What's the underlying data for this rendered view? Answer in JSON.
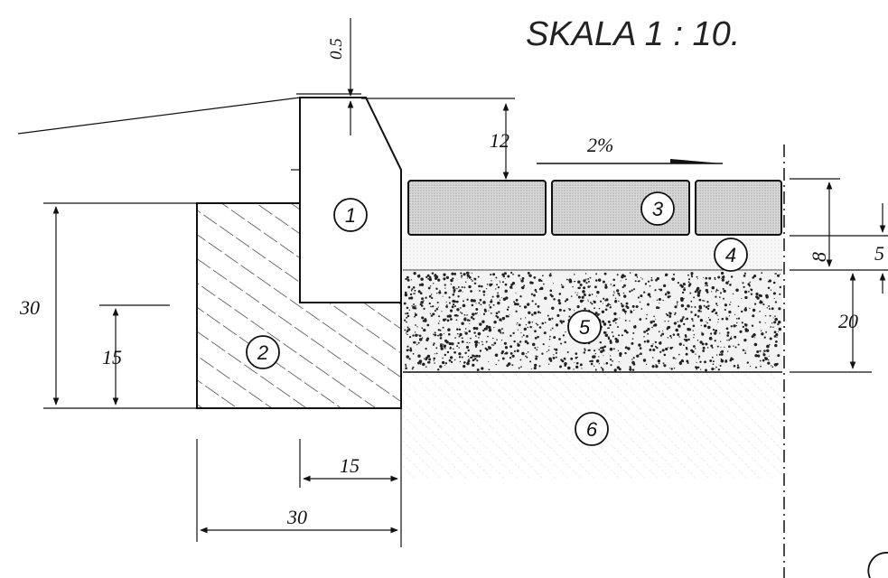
{
  "title": "SKALA 1 : 10.",
  "slope": {
    "label": "2%"
  },
  "layers": [
    {
      "id": "1",
      "label": "1"
    },
    {
      "id": "2",
      "label": "2"
    },
    {
      "id": "3",
      "label": "3"
    },
    {
      "id": "4",
      "label": "4"
    },
    {
      "id": "5",
      "label": "5"
    },
    {
      "id": "6",
      "label": "6"
    }
  ],
  "dimensions": {
    "top_offset": "0.5",
    "curb_reveal": "12",
    "base_height": "30",
    "base_step": "15",
    "bottom_inner": "15",
    "bottom_total": "30",
    "paver_thickness": "8",
    "sand_bed": "5",
    "subbase": "20"
  },
  "colors": {
    "line": "#111111",
    "hatch": "#333333",
    "paver_fill": "#d6d6d6",
    "aggregate_dot": "#222222",
    "soil_hatch": "#c8c8c8"
  }
}
